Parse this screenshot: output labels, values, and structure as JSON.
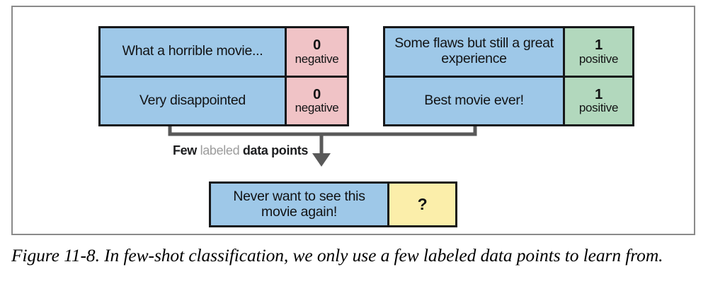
{
  "figure": {
    "caption": "Figure 11-8. In few-shot classification, we only use a few labeled data points to learn from.",
    "annotation": {
      "part_1": "Few",
      "part_2": "labeled",
      "part_3": "data points"
    },
    "colors": {
      "text_cell": "#9ec8e8",
      "negative_cell": "#f0c3c6",
      "positive_cell": "#b2d8bd",
      "unknown_cell": "#fbeeaa",
      "border": "#17181a",
      "frame": "#8a8a8a",
      "connector": "#595959",
      "annotation_strong": "#1c1d1f",
      "annotation_muted": "#9c9c9c"
    }
  },
  "negative_examples": {
    "rows": [
      {
        "text": "What a horrible movie...",
        "value": "0",
        "label": "negative"
      },
      {
        "text": "Very disappointed",
        "value": "0",
        "label": "negative"
      }
    ]
  },
  "positive_examples": {
    "rows": [
      {
        "text": "Some flaws but still a great experience",
        "value": "1",
        "label": "positive"
      },
      {
        "text": "Best movie ever!",
        "value": "1",
        "label": "positive"
      }
    ]
  },
  "query_example": {
    "text": "Never want to see this movie again!",
    "value": "?"
  }
}
